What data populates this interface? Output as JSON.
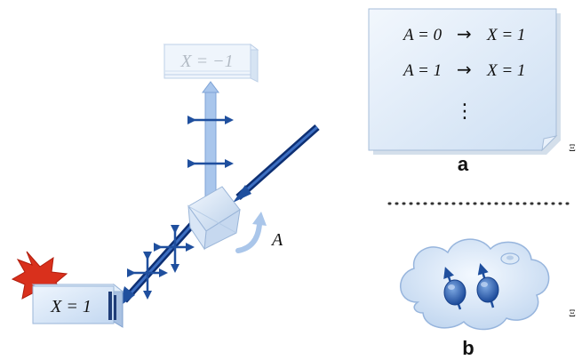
{
  "apparatus": {
    "detector_top_label": "X = −1",
    "detector_bottom_label": "X = 1",
    "rotation_label": "A"
  },
  "panel_a": {
    "label": "a",
    "rules": [
      {
        "lhs": "A = 0",
        "arrow": "→",
        "rhs": "X = 1"
      },
      {
        "lhs": "A = 1",
        "arrow": "→",
        "rhs": "X = 1"
      }
    ],
    "ellipsis": "⋮",
    "side_marker": "Ξ"
  },
  "panel_b": {
    "label": "b",
    "side_marker": "Ξ"
  },
  "colors": {
    "beam_dark": "#1f4f9e",
    "beam_light": "#8fb3e2",
    "box_fill": "#dbe9f8",
    "explosion": "#d9301c"
  }
}
